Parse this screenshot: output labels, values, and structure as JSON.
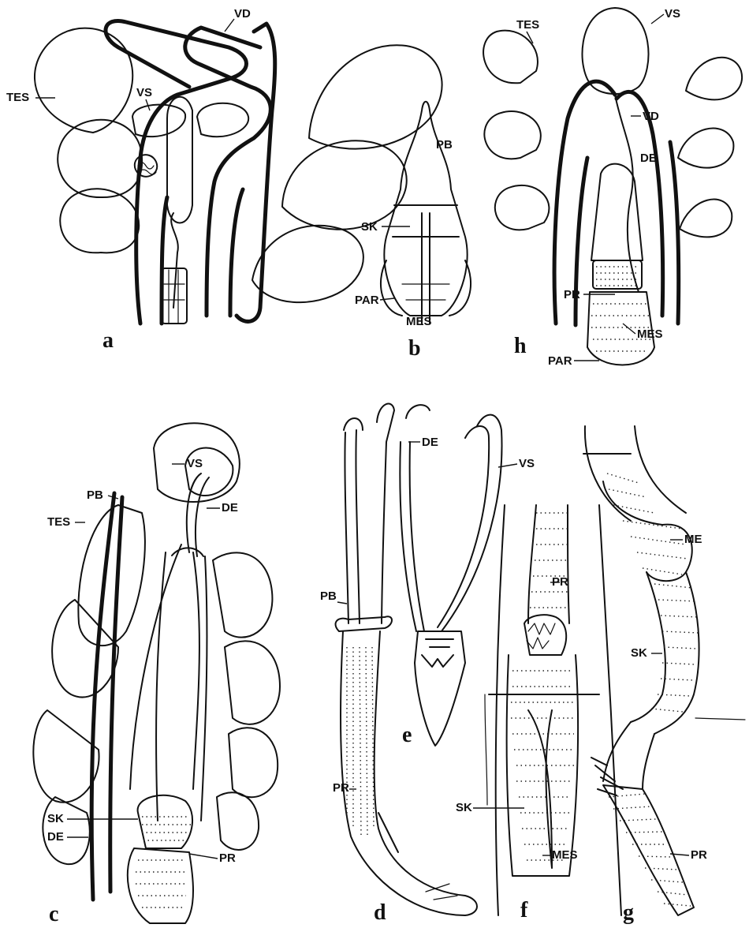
{
  "labels": {
    "a_VD": "VD",
    "a_TES": "TES",
    "a_VS": "VS",
    "b_PB": "PB",
    "b_SK": "SK",
    "b_PAR": "PAR",
    "b_MES": "MES",
    "h_TES": "TES",
    "h_VS": "VS",
    "h_VD": "VD",
    "h_DE": "DE",
    "h_PR": "PR",
    "h_MES": "MES",
    "h_PAR": "PAR",
    "c_VS": "VS",
    "c_PB": "PB",
    "c_TES": "TES",
    "c_DE_top": "DE",
    "c_SK": "SK",
    "c_DE_bottom": "DE",
    "c_PR": "PR",
    "d_DE": "DE",
    "d_PB": "PB",
    "d_PR": "PR",
    "e_VS": "VS",
    "f_PR": "PR",
    "f_SK": "SK",
    "f_MES": "MES",
    "g_ME": "ME",
    "g_SK": "SK",
    "g_PR": "PR"
  },
  "panels": {
    "a": "a",
    "b": "b",
    "h": "h",
    "c": "c",
    "d": "d",
    "e": "e",
    "f": "f",
    "g": "g"
  }
}
